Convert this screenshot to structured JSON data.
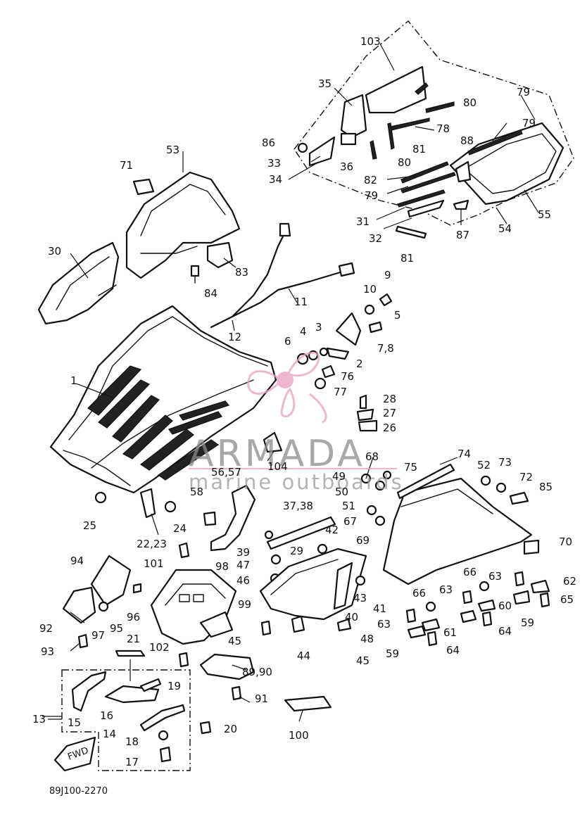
{
  "diagram": {
    "figure_code": "89J100-2270",
    "watermark": {
      "brand": "ARMADA",
      "tagline": "marine outboards",
      "logo": "armada-propeller-logo"
    },
    "fwd_badge": "FWD",
    "colors": {
      "ink": "#111111",
      "watermark_pink": "#e8a0c0",
      "watermark_gray": "#8c8c8c",
      "background": "#ffffff"
    },
    "part_labels": [
      "103",
      "35",
      "80",
      "79",
      "79",
      "86",
      "78",
      "88",
      "33",
      "36",
      "81",
      "34",
      "80",
      "82",
      "79",
      "55",
      "31",
      "54",
      "32",
      "87",
      "81",
      "71",
      "53",
      "30",
      "83",
      "84",
      "11",
      "10",
      "9",
      "12",
      "4",
      "3",
      "6",
      "5",
      "7,8",
      "2",
      "1",
      "76",
      "77",
      "28",
      "27",
      "26",
      "104",
      "74",
      "68",
      "75",
      "52",
      "73",
      "72",
      "85",
      "56,57",
      "49",
      "50",
      "58",
      "51",
      "37,38",
      "67",
      "25",
      "24",
      "22,23",
      "69",
      "70",
      "42",
      "39",
      "47",
      "46",
      "101",
      "94",
      "98",
      "29",
      "66",
      "63",
      "62",
      "63",
      "43",
      "60",
      "65",
      "66",
      "41",
      "99",
      "92",
      "95",
      "97",
      "96",
      "40",
      "63",
      "59",
      "61",
      "64",
      "45",
      "48",
      "93",
      "44",
      "45",
      "59",
      "64",
      "21",
      "102",
      "89,90",
      "19",
      "13",
      "15",
      "16",
      "91",
      "14",
      "20",
      "18",
      "100",
      "17"
    ]
  }
}
